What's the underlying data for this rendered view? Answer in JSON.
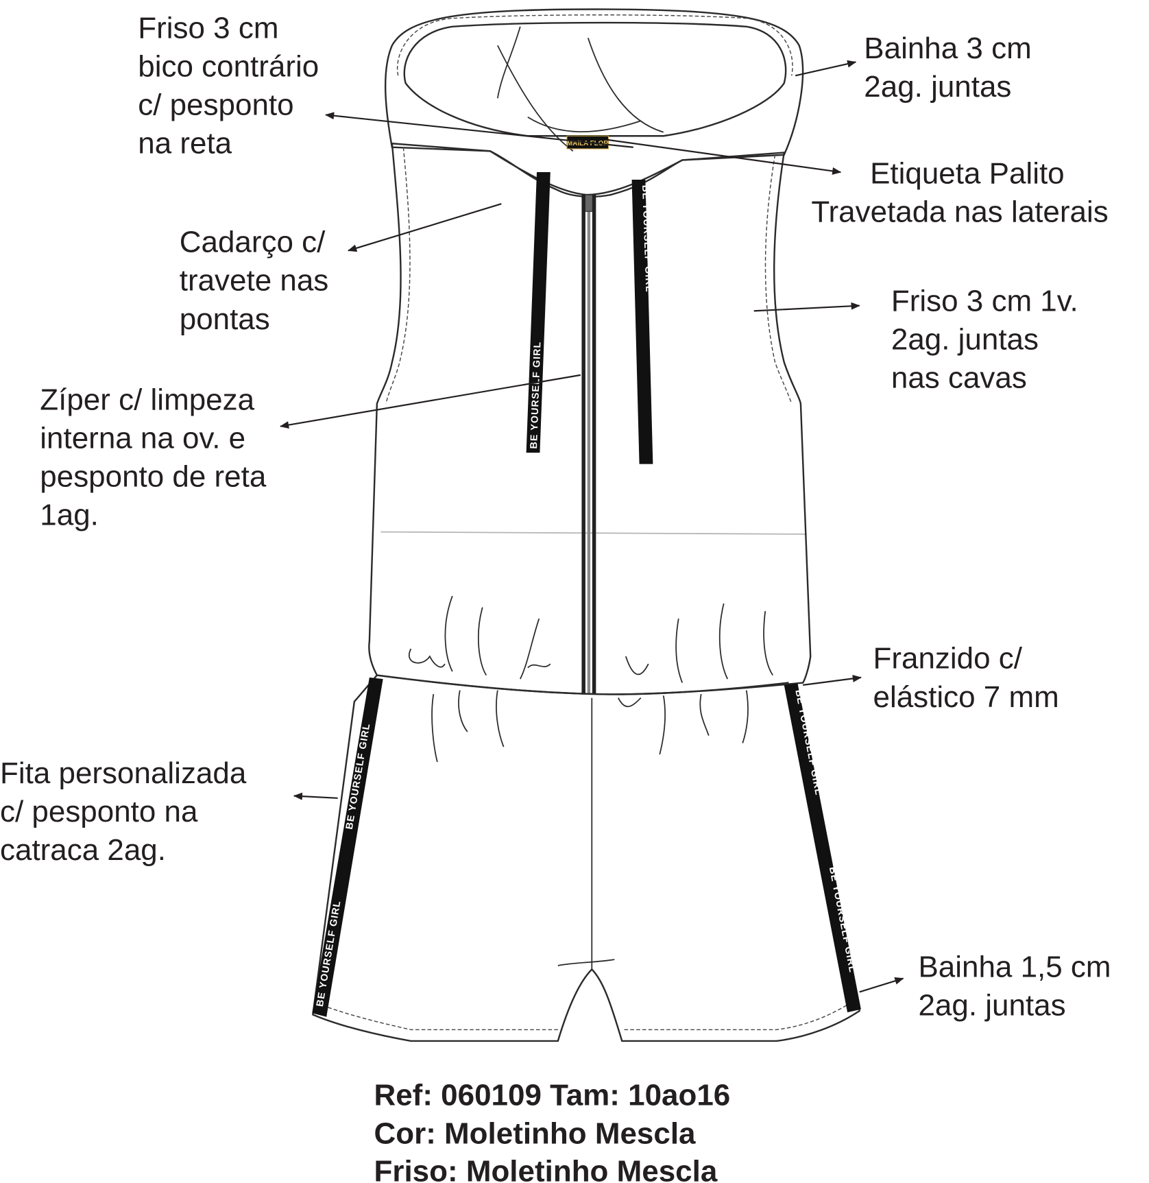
{
  "annotations": {
    "friso_hood": [
      "Friso 3 cm",
      "bico contrário",
      "c/ pesponto",
      "na reta"
    ],
    "bainha_hood": [
      "Bainha 3 cm",
      "2ag. juntas"
    ],
    "etiqueta": [
      "Etiqueta Palito",
      "Travetada nas laterais"
    ],
    "cadarco": [
      "Cadarço c/",
      "travete nas",
      "pontas"
    ],
    "friso_cavas": [
      "Friso 3 cm 1v.",
      "2ag. juntas",
      "nas cavas"
    ],
    "ziper": [
      "Zíper c/ limpeza",
      "interna na ov. e",
      "pesponto de reta",
      "1ag."
    ],
    "franzido": [
      "Franzido c/",
      "elástico 7 mm"
    ],
    "fita": [
      "Fita personalizada",
      "c/ pesponto na",
      "catraca 2ag."
    ],
    "bainha_shorts": [
      "Bainha 1,5 cm",
      "2ag. juntas"
    ]
  },
  "specs": {
    "ref": "Ref: 060109 Tam: 10ao16",
    "cor": "Cor: Moletinho Mescla",
    "friso": "Friso: Moletinho Mescla"
  },
  "garment": {
    "ribbon_text": "BE YOURSELF GIRL",
    "label_text": "MAlLA FLOR"
  },
  "colors": {
    "fabric": "#c2c2c2",
    "hood_lining": "#f2f2f2",
    "ribbon": "#111111",
    "outline": "#2b2b2b"
  }
}
